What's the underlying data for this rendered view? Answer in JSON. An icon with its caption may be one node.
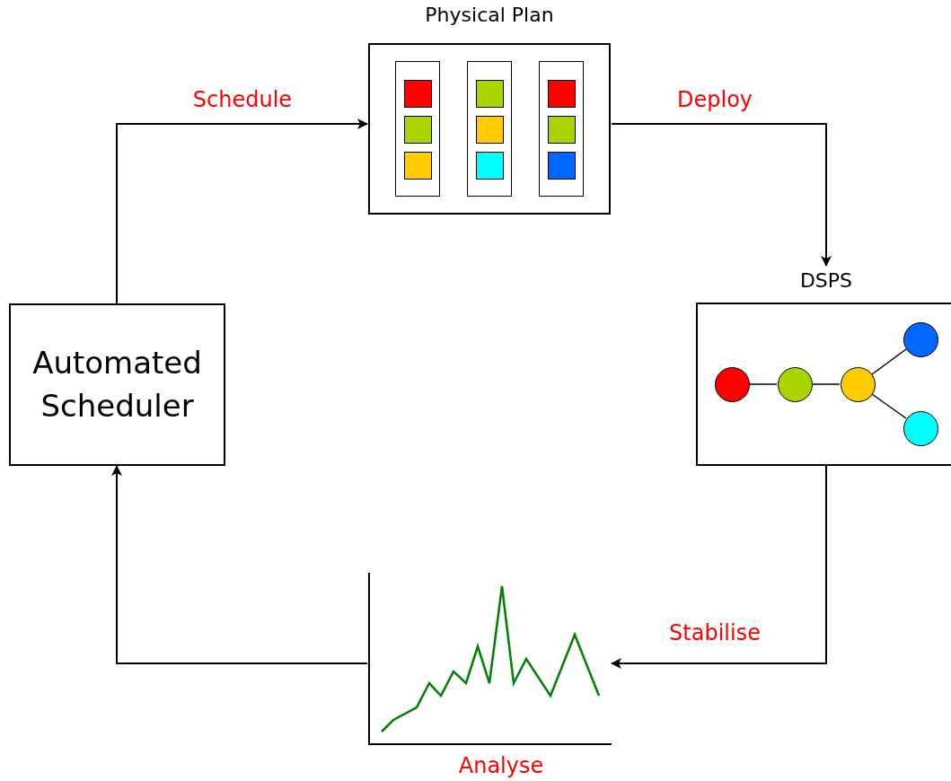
{
  "diagram": {
    "nodes": [
      {
        "text": [
          "Physical Plan"
        ]
      },
      {
        "text": [],
        "shape": "box",
        "in": 0
      },
      {
        "text": [],
        "shape": "box",
        "in": 0
      },
      {
        "text": [],
        "shape": "box",
        "in": 0
      },
      {
        "text": [],
        "shape": "box",
        "in": 1
      },
      {
        "text": [],
        "shape": "box",
        "in": 1
      },
      {
        "text": [],
        "shape": "box",
        "in": 1
      },
      {
        "text": [],
        "shape": "box",
        "in": 2
      },
      {
        "text": [],
        "shape": "box",
        "in": 2
      },
      {
        "text": [],
        "shape": "box",
        "in": 2
      },
      {
        "text": [],
        "shape": "box",
        "in": 3
      },
      {
        "text": [],
        "shape": "box",
        "in": 3
      },
      {
        "text": [],
        "shape": "box",
        "in": 3
      },
      {
        "text": [
          "Automated Scheduler"
        ]
      },
      {
        "text": [
          "DSPS"
        ]
      },
      {
        "text": [],
        "shape": "circle",
        "in": 14
      },
      {
        "text": [],
        "shape": "circle",
        "in": 14
      },
      {
        "text": [],
        "shape": "circle",
        "in": 14
      },
      {
        "text": [],
        "shape": "circle",
        "in": 14
      },
      {
        "text": [],
        "shape": "circle",
        "in": 14
      },
      {
        "text": [],
        "shape": "picture",
        "beside": [
          "Analyse"
        ]
      }
    ],
    "edges": [
      {
        "from": 13,
        "to": 0,
        "arrow": "to",
        "label": "Schedule"
      },
      {
        "from": 0,
        "to": 14,
        "arrow": "to",
        "label": "Deploy"
      },
      {
        "from": 14,
        "to": 20,
        "arrow": "to",
        "label": "Stabilise"
      },
      {
        "from": 20,
        "to": 13,
        "arrow": "to"
      },
      {
        "from": 15,
        "to": 16,
        "arrow": "none"
      },
      {
        "from": 16,
        "to": 17,
        "arrow": "none"
      },
      {
        "from": 17,
        "to": 18,
        "arrow": "none"
      },
      {
        "from": 17,
        "to": 19,
        "arrow": "none"
      }
    ]
  }
}
